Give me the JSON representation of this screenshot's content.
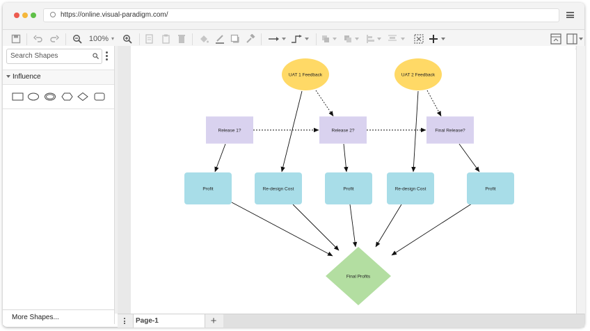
{
  "browser": {
    "url": "https://online.visual-paradigm.com/",
    "dot_colors": [
      "#ec5b4f",
      "#f5b73a",
      "#5fc048"
    ]
  },
  "toolbar": {
    "zoom_out_icon": "zoom-out-icon",
    "zoom": "100%",
    "zoom_in_icon": "zoom-in-icon"
  },
  "sidebar": {
    "search_placeholder": "Search Shapes",
    "section_label": "Influence",
    "shapes": [
      "rectangle",
      "ellipse",
      "double-ellipse",
      "hexagon",
      "diamond",
      "rounded-rectangle"
    ],
    "more_shapes": "More Shapes..."
  },
  "pages": {
    "current": "Page-1",
    "add_label": "+"
  },
  "diagram": {
    "colors": {
      "uncertainty": "#ffd966",
      "decision": "#d9d2ef",
      "value": "#a8dde8",
      "objective": "#b3dea1"
    },
    "nodes": [
      {
        "id": "uat1",
        "label": "UAT 1 Feedback",
        "kind": "uncertainty"
      },
      {
        "id": "uat2",
        "label": "UAT 2 Feedback",
        "kind": "uncertainty"
      },
      {
        "id": "rel1",
        "label": "Release 1?",
        "kind": "decision"
      },
      {
        "id": "rel2",
        "label": "Release 2?",
        "kind": "decision"
      },
      {
        "id": "relf",
        "label": "Final Release?",
        "kind": "decision"
      },
      {
        "id": "p1",
        "label": "Profit",
        "kind": "value"
      },
      {
        "id": "rd1",
        "label": "Re-design Cost",
        "kind": "value"
      },
      {
        "id": "p2",
        "label": "Profit",
        "kind": "value"
      },
      {
        "id": "rd2",
        "label": "Re-design Cost",
        "kind": "value"
      },
      {
        "id": "p3",
        "label": "Profit",
        "kind": "value"
      },
      {
        "id": "fp",
        "label": "Final Profits",
        "kind": "objective"
      }
    ]
  }
}
